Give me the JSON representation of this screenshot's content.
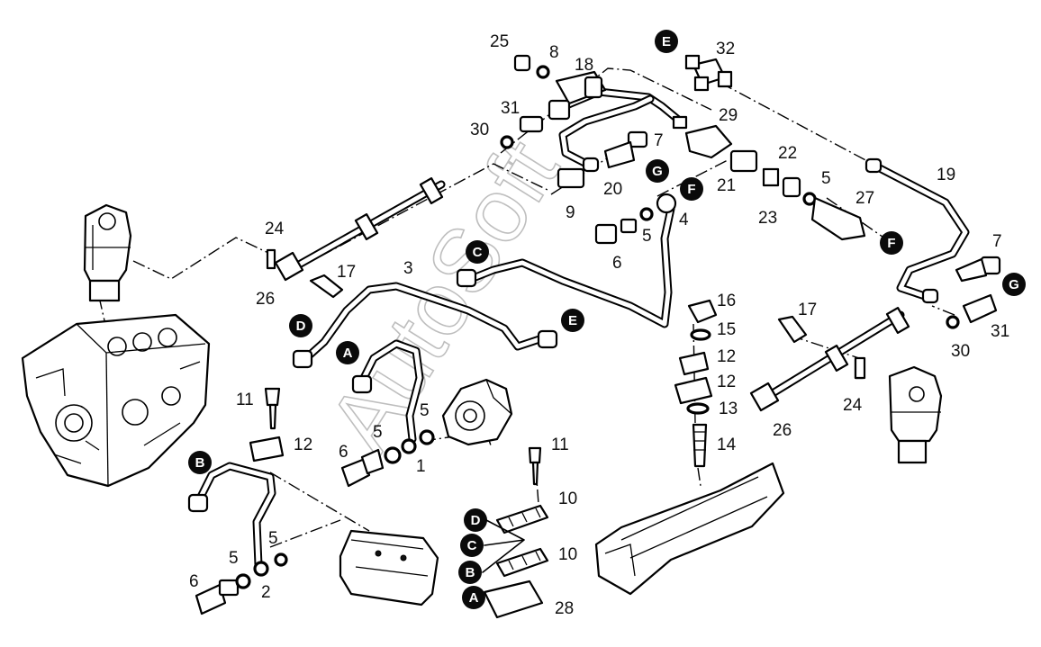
{
  "watermark": "AutoSoft",
  "part_numbers": [
    "1",
    "2",
    "3",
    "4",
    "5",
    "6",
    "7",
    "8",
    "9",
    "10",
    "11",
    "12",
    "13",
    "14",
    "15",
    "16",
    "17",
    "18",
    "19",
    "20",
    "21",
    "22",
    "23",
    "24",
    "25",
    "26",
    "27",
    "28",
    "29",
    "30",
    "31",
    "32"
  ],
  "connection_markers": [
    "A",
    "B",
    "C",
    "D",
    "E",
    "F",
    "G"
  ]
}
